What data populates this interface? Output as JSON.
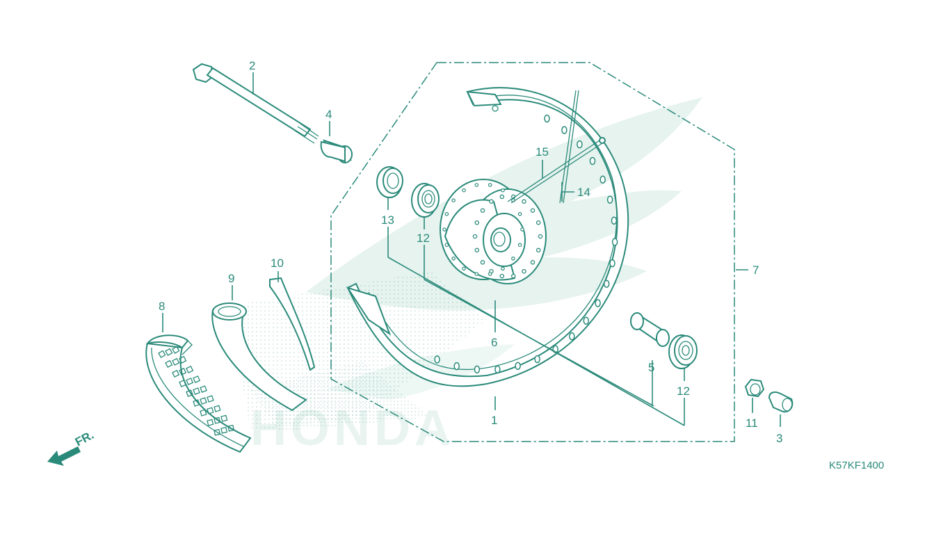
{
  "watermark": {
    "text": "HONDA"
  },
  "direction_arrow": {
    "label": "FR."
  },
  "diagram_code": "K57KF1400",
  "callouts": [
    {
      "id": "c1",
      "text": "1"
    },
    {
      "id": "c2",
      "text": "2"
    },
    {
      "id": "c3",
      "text": "3"
    },
    {
      "id": "c4",
      "text": "4"
    },
    {
      "id": "c5",
      "text": "5"
    },
    {
      "id": "c6",
      "text": "6"
    },
    {
      "id": "c7",
      "text": "7"
    },
    {
      "id": "c8",
      "text": "8"
    },
    {
      "id": "c9",
      "text": "9"
    },
    {
      "id": "c10",
      "text": "10"
    },
    {
      "id": "c11",
      "text": "11"
    },
    {
      "id": "c12a",
      "text": "12"
    },
    {
      "id": "c12b",
      "text": "12"
    },
    {
      "id": "c13",
      "text": "13"
    },
    {
      "id": "c14",
      "text": "14"
    },
    {
      "id": "c15",
      "text": "15"
    }
  ],
  "colors": {
    "line": "#2a8a7a",
    "watermark": "#e6f3ef",
    "arrow": "#2a8a7a"
  }
}
